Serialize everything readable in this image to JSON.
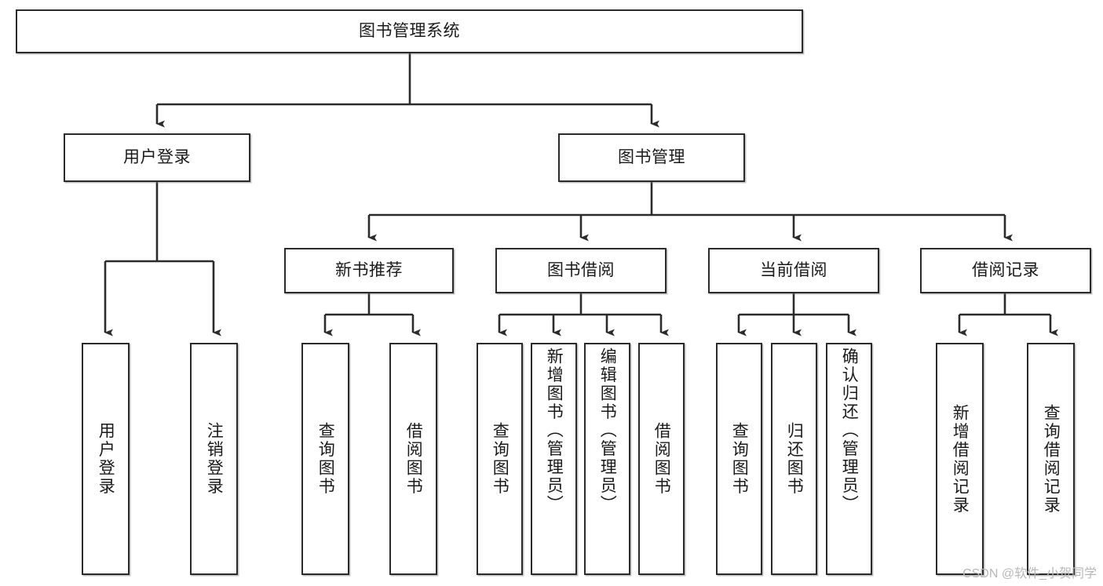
{
  "diagram": {
    "type": "tree-hierarchy-chart",
    "title_node": {
      "label": "图书管理系统"
    },
    "level2": [
      {
        "id": "user-login",
        "label": "用户登录"
      },
      {
        "id": "book-manage",
        "label": "图书管理"
      }
    ],
    "level3": [
      {
        "id": "new-book-recommend",
        "label": "新书推荐"
      },
      {
        "id": "book-borrow",
        "label": "图书借阅"
      },
      {
        "id": "current-borrow",
        "label": "当前借阅"
      },
      {
        "id": "borrow-record",
        "label": "借阅记录"
      }
    ],
    "leaves": {
      "user_login": [
        {
          "id": "leaf-user-login",
          "label": "用户登录"
        },
        {
          "id": "leaf-logout",
          "label": "注销登录"
        }
      ],
      "new_book_recommend": [
        {
          "id": "leaf-query-book-1",
          "label": "查询图书"
        },
        {
          "id": "leaf-borrow-book-1",
          "label": "借阅图书"
        }
      ],
      "book_borrow": [
        {
          "id": "leaf-query-book-2",
          "label": "查询图书"
        },
        {
          "id": "leaf-add-book",
          "label": "新增图书（管理员）"
        },
        {
          "id": "leaf-edit-book",
          "label": "编辑图书（管理员）"
        },
        {
          "id": "leaf-borrow-book-2",
          "label": "借阅图书"
        }
      ],
      "current_borrow": [
        {
          "id": "leaf-query-book-3",
          "label": "查询图书"
        },
        {
          "id": "leaf-return-book",
          "label": "归还图书"
        },
        {
          "id": "leaf-confirm-return",
          "label": "确认归还（管理员）"
        }
      ],
      "borrow_record": [
        {
          "id": "leaf-add-record",
          "label": "新增借阅记录"
        },
        {
          "id": "leaf-query-record",
          "label": "查询借阅记录"
        }
      ]
    }
  },
  "watermark": {
    "text": "CSDN @软件_小贺同学"
  },
  "colors": {
    "stroke": "#2b2b2b",
    "fill": "#ffffff",
    "text": "#1a1a1a",
    "watermark": "#b8b8b8"
  }
}
